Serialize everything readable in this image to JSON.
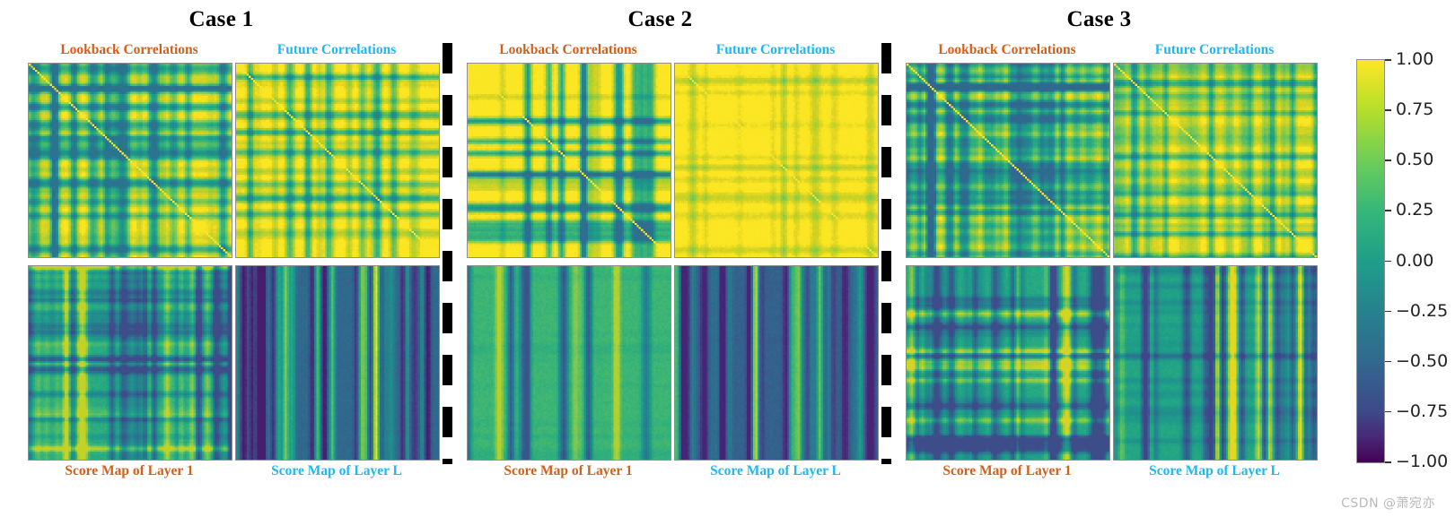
{
  "figure": {
    "title_row": [
      "Case 1",
      "Case 2",
      "Case 3"
    ],
    "panel_labels": {
      "top_left": "Lookback Correlations",
      "top_right": "Future Correlations",
      "bottom_left": "Score Map of Layer 1",
      "bottom_right": "Score Map of Layer L"
    },
    "label_colors": {
      "lookback": "#d2601a",
      "future": "#1eb8f0",
      "title": "#000000"
    },
    "watermark": "CSDN @萧宛亦"
  },
  "colorbar": {
    "colormap": "viridis",
    "vmin": -1.0,
    "vmax": 1.0,
    "ticks": [
      "1.00",
      "0.75",
      "0.50",
      "0.25",
      "0.00",
      "−0.25",
      "−0.50",
      "−0.75",
      "−1.00"
    ],
    "tick_values": [
      1.0,
      0.75,
      0.5,
      0.25,
      0.0,
      -0.25,
      -0.5,
      -0.75,
      -1.0
    ]
  },
  "chart_data": {
    "type": "heatmap",
    "title": "",
    "grid": false,
    "legend_position": "right",
    "colormap": "viridis",
    "zlim": [
      -1.0,
      1.0
    ],
    "panel_grid": {
      "rows": 2,
      "cols": 2,
      "groups": 3
    },
    "groups": [
      {
        "name": "Case 1",
        "panels": [
          {
            "label": "Lookback Correlations",
            "position": "top-left",
            "symmetric": true,
            "base_value": 0.95,
            "mean_value": 0.88,
            "min_value": -0.25,
            "max_value": 1.0,
            "texture": "dense-plaid",
            "line_count": 34,
            "line_strength": 0.55,
            "seed": 11
          },
          {
            "label": "Future Correlations",
            "position": "top-right",
            "symmetric": true,
            "base_value": 0.97,
            "mean_value": 0.92,
            "min_value": -0.1,
            "max_value": 1.0,
            "texture": "edge-plaid",
            "line_count": 26,
            "line_strength": 0.45,
            "seed": 12
          },
          {
            "label": "Score Map of Layer 1",
            "position": "bottom-left",
            "symmetric": false,
            "base_value": 0.22,
            "mean_value": 0.25,
            "min_value": -0.55,
            "max_value": 0.75,
            "texture": "plaid-stripes",
            "line_count": 40,
            "line_strength": 0.7,
            "seed": 13
          },
          {
            "label": "Score Map of Layer L",
            "position": "bottom-right",
            "symmetric": false,
            "base_value": -0.35,
            "mean_value": -0.34,
            "min_value": -0.85,
            "max_value": 0.95,
            "texture": "vertical-stripes",
            "line_count": 46,
            "line_strength": 1.0,
            "seed": 14
          }
        ]
      },
      {
        "name": "Case 2",
        "panels": [
          {
            "label": "Lookback Correlations",
            "position": "top-left",
            "symmetric": true,
            "base_value": 0.97,
            "mean_value": 0.92,
            "min_value": -0.3,
            "max_value": 1.0,
            "texture": "sparse-plaid",
            "line_count": 18,
            "line_strength": 0.8,
            "seed": 21
          },
          {
            "label": "Future Correlations",
            "position": "top-right",
            "symmetric": true,
            "base_value": 0.99,
            "mean_value": 0.97,
            "min_value": 0.2,
            "max_value": 1.0,
            "texture": "very-sparse-plaid",
            "line_count": 12,
            "line_strength": 0.25,
            "seed": 22
          },
          {
            "label": "Score Map of Layer 1",
            "position": "bottom-left",
            "symmetric": false,
            "base_value": 0.32,
            "mean_value": 0.33,
            "min_value": -0.5,
            "max_value": 0.7,
            "texture": "sparse-vertical",
            "line_count": 16,
            "line_strength": 0.85,
            "seed": 23
          },
          {
            "label": "Score Map of Layer L",
            "position": "bottom-right",
            "symmetric": false,
            "base_value": -0.4,
            "mean_value": -0.38,
            "min_value": -0.8,
            "max_value": 0.95,
            "texture": "vertical-stripes",
            "line_count": 34,
            "line_strength": 1.0,
            "seed": 24
          }
        ]
      },
      {
        "name": "Case 3",
        "panels": [
          {
            "label": "Lookback Correlations",
            "position": "top-left",
            "symmetric": true,
            "base_value": 0.93,
            "mean_value": 0.85,
            "min_value": -0.35,
            "max_value": 1.0,
            "texture": "dense-plaid",
            "line_count": 44,
            "line_strength": 0.6,
            "seed": 31
          },
          {
            "label": "Future Correlations",
            "position": "top-right",
            "symmetric": true,
            "base_value": 0.96,
            "mean_value": 0.9,
            "min_value": -0.2,
            "max_value": 1.0,
            "texture": "plaid",
            "line_count": 28,
            "line_strength": 0.55,
            "seed": 32
          },
          {
            "label": "Score Map of Layer 1",
            "position": "bottom-left",
            "symmetric": false,
            "base_value": 0.2,
            "mean_value": 0.22,
            "min_value": -0.55,
            "max_value": 0.8,
            "texture": "plaid-stripes",
            "line_count": 36,
            "line_strength": 0.75,
            "seed": 33
          },
          {
            "label": "Score Map of Layer L",
            "position": "bottom-right",
            "symmetric": false,
            "base_value": 0.18,
            "mean_value": 0.2,
            "min_value": -0.6,
            "max_value": 0.85,
            "texture": "vertical-plaid",
            "line_count": 38,
            "line_strength": 0.9,
            "seed": 34
          }
        ]
      }
    ]
  }
}
